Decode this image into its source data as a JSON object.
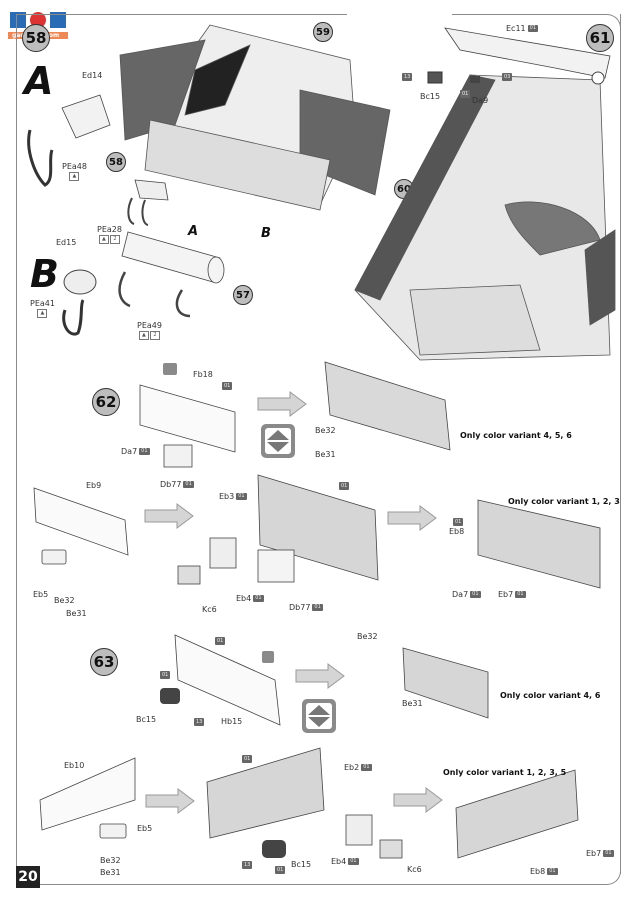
{
  "watermark": {
    "chars": "高 网",
    "site": "gao.shou.com"
  },
  "page_number": "20",
  "steps": {
    "s58_top": "58",
    "s59": "59",
    "s60": "60",
    "s61": "61",
    "s62": "62",
    "s63": "63",
    "s57": "57",
    "s58": "58"
  },
  "sub_assemblies": {
    "a": "A",
    "b": "B",
    "a_ref": "A",
    "b_ref": "B"
  },
  "parts": {
    "ed14": "Ed14",
    "pea48": "PEa48",
    "pea28": "PEa28",
    "ed15": "Ed15",
    "pea41": "PEa41",
    "pea49": "PEa49",
    "ec11": "Ec11",
    "bc15_top": "Bc15",
    "da9": "Da9",
    "fb18": "Fb18",
    "da7_62": "Da7",
    "db77_62": "Db77",
    "be32_62": "Be32",
    "be31_62": "Be31",
    "eb9": "Eb9",
    "eb5_a": "Eb5",
    "be32_a": "Be32",
    "be31_a": "Be31",
    "eb3": "Eb3",
    "eb4_a": "Eb4",
    "kc6_a": "Kc6",
    "db77_a": "Db77",
    "eb8_a": "Eb8",
    "da7_a": "Da7",
    "eb7_a": "Eb7",
    "bc15_63": "Bc15",
    "hb15": "Hb15",
    "be32_63": "Be32",
    "be31_63": "Be31",
    "eb10": "Eb10",
    "eb5_b": "Eb5",
    "be32_b": "Be32",
    "be31_b": "Be31",
    "bc15_b": "Bc15",
    "eb2": "Eb2",
    "eb4_b": "Eb4",
    "kc6_b": "Kc6",
    "eb7_b": "Eb7",
    "eb8_b": "Eb8"
  },
  "color_tags": {
    "c01": "01",
    "c03": "03",
    "c13": "13",
    "c2": "2"
  },
  "variants": {
    "v456": "Only color variant 4, 5, 6",
    "v123": "Only color variant 1, 2, 3",
    "v46": "Only color variant 4, 6",
    "v1235": "Only color variant 1, 2, 3, 5"
  }
}
